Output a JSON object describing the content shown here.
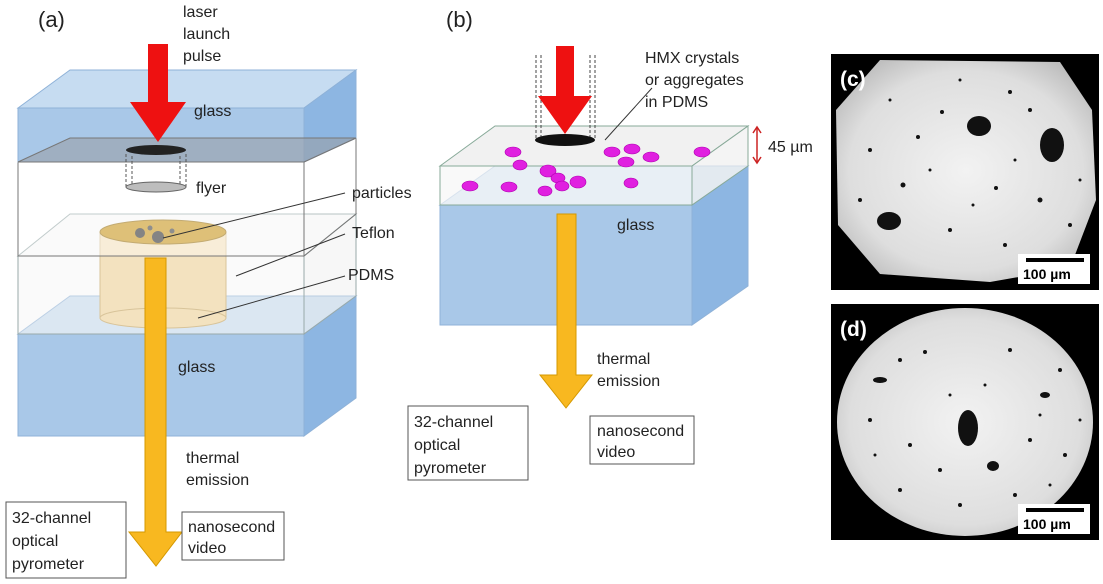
{
  "panels": {
    "a": "(a)",
    "b": "(b)",
    "c": "(c)",
    "d": "(d)"
  },
  "panel_a": {
    "laser_line1": "laser",
    "laser_line2": "launch",
    "laser_line3": "pulse",
    "glass_top": "glass",
    "flyer": "flyer",
    "particles": "particles",
    "teflon": "Teflon",
    "pdms": "PDMS",
    "glass_bottom": "glass",
    "thermal_line1": "thermal",
    "thermal_line2": "emission",
    "pyrometer_line1": "32-channel",
    "pyrometer_line2": "optical",
    "pyrometer_line3": "pyrometer",
    "video_line1": "nanosecond",
    "video_line2": "video"
  },
  "panel_b": {
    "hmx_line1": "HMX crystals",
    "hmx_line2": "or aggregates",
    "hmx_line3": "in PDMS",
    "thickness": "45 µm",
    "glass": "glass",
    "thermal_line1": "thermal",
    "thermal_line2": "emission",
    "pyrometer_line1": "32-channel",
    "pyrometer_line2": "optical",
    "pyrometer_line3": "pyrometer",
    "video_line1": "nanosecond",
    "video_line2": "video"
  },
  "panel_c": {
    "scale": "100 µm"
  },
  "panel_d": {
    "scale": "100 µm"
  },
  "colors": {
    "glass_fill": "#a8c8e8",
    "glass_dark": "#7faee0",
    "laser_red": "#ee1111",
    "emission_orange": "#f8b820",
    "hmx_magenta": "#e020e0",
    "teflon_tan": "#f3e2bf"
  }
}
